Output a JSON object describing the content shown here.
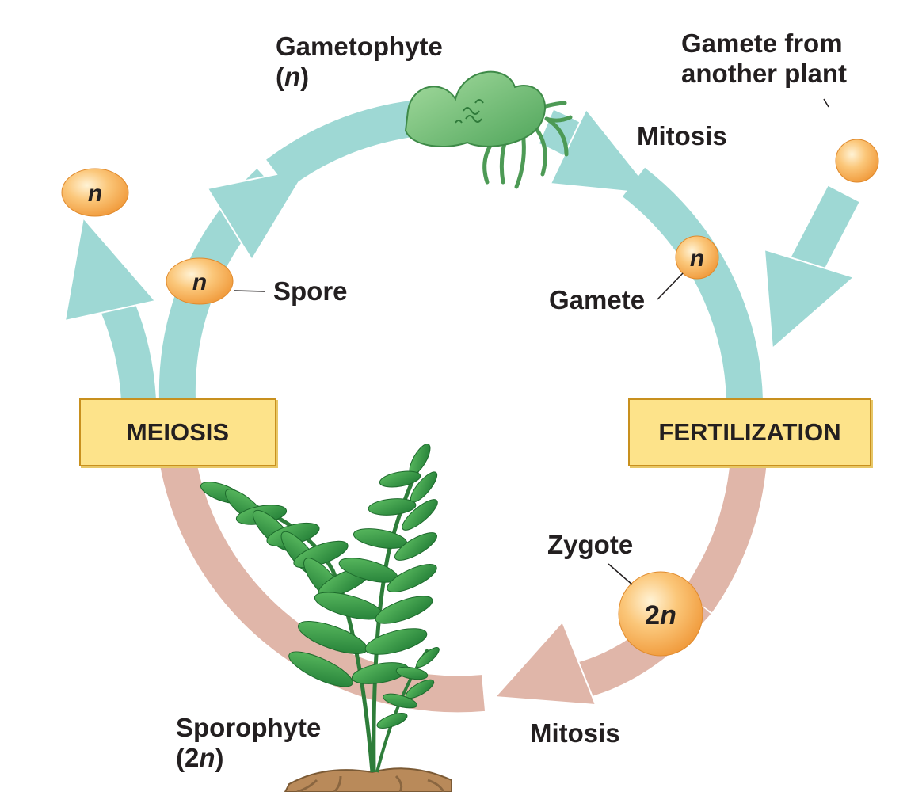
{
  "labels": {
    "gametophyte": "Gametophyte",
    "gametophyte_ploidy": "n",
    "gamete_from_line1": "Gamete from",
    "gamete_from_line2": "another plant",
    "mitosis_top": "Mitosis",
    "spore": "Spore",
    "gamete": "Gamete",
    "meiosis": "MEIOSIS",
    "fertilization": "FERTILIZATION",
    "zygote": "Zygote",
    "mitosis_bottom": "Mitosis",
    "sporophyte": "Sporophyte",
    "sporophyte_ploidy_num": "2",
    "sporophyte_ploidy_var": "n"
  },
  "cells": {
    "haploid_label": "n",
    "zygote_label_num": "2",
    "zygote_label_var": "n"
  },
  "colors": {
    "haploid_arrow": "#9ed8d4",
    "diploid_arrow": "#e0b6a9",
    "box_fill": "#fde38a",
    "box_border": "#c8901e",
    "cell_fill": "#f7b257",
    "plant_green": "#3d9a4a",
    "gametophyte_green": "#7cc07a"
  },
  "icons": [
    "haploid-cell-icon",
    "zygote-cell-icon",
    "gametophyte-icon",
    "fern-sporophyte-icon"
  ]
}
